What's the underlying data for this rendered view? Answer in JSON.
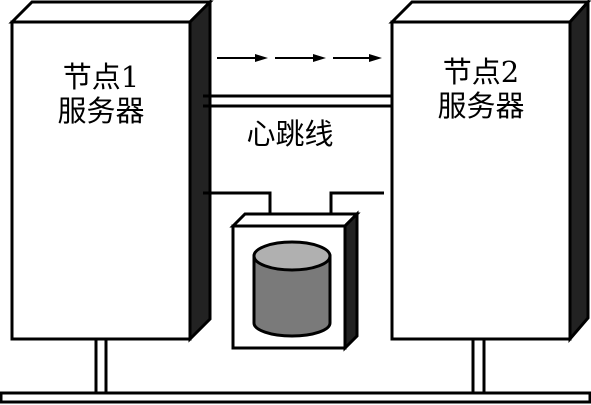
{
  "nodes": [
    {
      "id": "node1",
      "name": "节点1",
      "role": "服务器"
    },
    {
      "id": "node2",
      "name": "节点2",
      "role": "服务器"
    }
  ],
  "heartbeat": {
    "label": "心跳线"
  },
  "colors": {
    "stroke": "#000000",
    "panel_front": "#ffffff",
    "panel_side": "#222222",
    "disk_fill": "#7a7a7a",
    "disk_top": "#b0b0b0"
  },
  "icons": {
    "shared_storage": "database-cylinder-icon",
    "data_flow": "arrow-right-icon"
  }
}
